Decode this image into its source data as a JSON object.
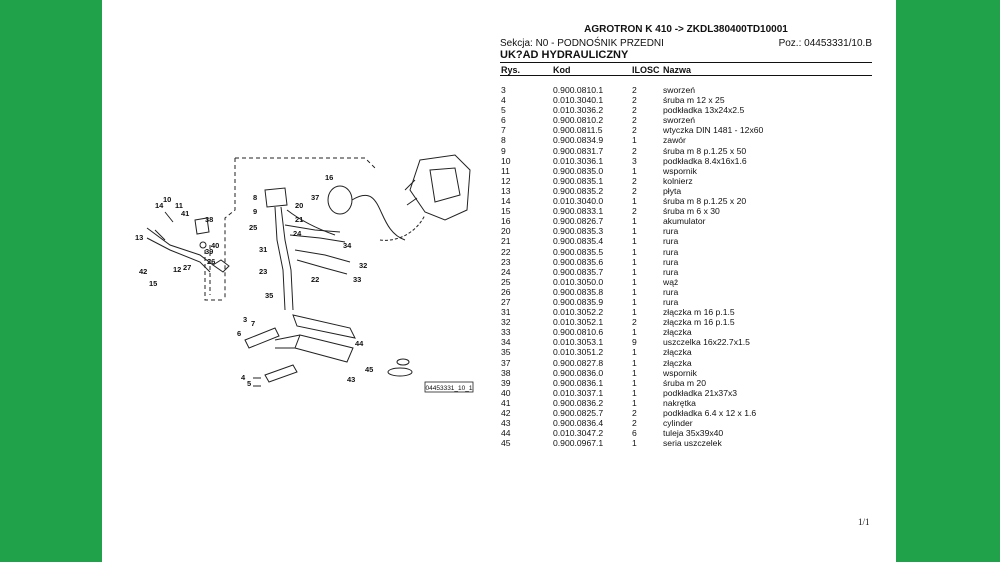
{
  "header": {
    "title": "AGROTRON K 410 -> ZKDL380400TD10001",
    "sekcja": "Sekcja: N0 - PODNOŚNIK PRZEDNI",
    "poz": "Poz.: 04453331/10.B",
    "subtitle": "UK?AD HYDRAULICZNY"
  },
  "columns": {
    "rys": "Rys.",
    "kod": "Kod",
    "ilosc": "ILOSC",
    "nazwa": "Nazwa"
  },
  "rows": [
    {
      "rys": "3",
      "kod": "0.900.0810.1",
      "ilosc": "2",
      "nazwa": "sworzeń"
    },
    {
      "rys": "4",
      "kod": "0.010.3040.1",
      "ilosc": "2",
      "nazwa": "śruba m 12 x 25"
    },
    {
      "rys": "5",
      "kod": "0.010.3036.2",
      "ilosc": "2",
      "nazwa": "podkładka 13x24x2.5"
    },
    {
      "rys": "6",
      "kod": "0.900.0810.2",
      "ilosc": "2",
      "nazwa": "sworzeń"
    },
    {
      "rys": "7",
      "kod": "0.900.0811.5",
      "ilosc": "2",
      "nazwa": "wtyczka DIN 1481 - 12x60"
    },
    {
      "rys": "8",
      "kod": "0.900.0834.9",
      "ilosc": "1",
      "nazwa": "zawór"
    },
    {
      "rys": "9",
      "kod": "0.900.0831.7",
      "ilosc": "2",
      "nazwa": "śruba m 8 p.1.25 x 50"
    },
    {
      "rys": "10",
      "kod": "0.010.3036.1",
      "ilosc": "3",
      "nazwa": "podkładka 8.4x16x1.6"
    },
    {
      "rys": "11",
      "kod": "0.900.0835.0",
      "ilosc": "1",
      "nazwa": "wspornik"
    },
    {
      "rys": "12",
      "kod": "0.900.0835.1",
      "ilosc": "2",
      "nazwa": "kolnierz"
    },
    {
      "rys": "13",
      "kod": "0.900.0835.2",
      "ilosc": "2",
      "nazwa": "płyta"
    },
    {
      "rys": "14",
      "kod": "0.010.3040.0",
      "ilosc": "1",
      "nazwa": "śruba m 8 p.1.25 x 20"
    },
    {
      "rys": "15",
      "kod": "0.900.0833.1",
      "ilosc": "2",
      "nazwa": "śruba m 6 x 30"
    },
    {
      "rys": "16",
      "kod": "0.900.0826.7",
      "ilosc": "1",
      "nazwa": "akumulator"
    },
    {
      "rys": "20",
      "kod": "0.900.0835.3",
      "ilosc": "1",
      "nazwa": "rura"
    },
    {
      "rys": "21",
      "kod": "0.900.0835.4",
      "ilosc": "1",
      "nazwa": "rura"
    },
    {
      "rys": "22",
      "kod": "0.900.0835.5",
      "ilosc": "1",
      "nazwa": "rura"
    },
    {
      "rys": "23",
      "kod": "0.900.0835.6",
      "ilosc": "1",
      "nazwa": "rura"
    },
    {
      "rys": "24",
      "kod": "0.900.0835.7",
      "ilosc": "1",
      "nazwa": "rura"
    },
    {
      "rys": "25",
      "kod": "0.010.3050.0",
      "ilosc": "1",
      "nazwa": "wąż"
    },
    {
      "rys": "26",
      "kod": "0.900.0835.8",
      "ilosc": "1",
      "nazwa": "rura"
    },
    {
      "rys": "27",
      "kod": "0.900.0835.9",
      "ilosc": "1",
      "nazwa": "rura"
    },
    {
      "rys": "31",
      "kod": "0.010.3052.2",
      "ilosc": "1",
      "nazwa": "złączka m 16 p.1.5"
    },
    {
      "rys": "32",
      "kod": "0.010.3052.1",
      "ilosc": "2",
      "nazwa": "złączka m 16 p.1.5"
    },
    {
      "rys": "33",
      "kod": "0.900.0810.6",
      "ilosc": "1",
      "nazwa": "złączka"
    },
    {
      "rys": "34",
      "kod": "0.010.3053.1",
      "ilosc": "9",
      "nazwa": "uszczelka 16x22.7x1.5"
    },
    {
      "rys": "35",
      "kod": "0.010.3051.2",
      "ilosc": "1",
      "nazwa": "złączka"
    },
    {
      "rys": "37",
      "kod": "0.900.0827.8",
      "ilosc": "1",
      "nazwa": "złączka"
    },
    {
      "rys": "38",
      "kod": "0.900.0836.0",
      "ilosc": "1",
      "nazwa": "wspornik"
    },
    {
      "rys": "39",
      "kod": "0.900.0836.1",
      "ilosc": "1",
      "nazwa": "śruba m 20"
    },
    {
      "rys": "40",
      "kod": "0.010.3037.1",
      "ilosc": "1",
      "nazwa": "podkładka 21x37x3"
    },
    {
      "rys": "41",
      "kod": "0.900.0836.2",
      "ilosc": "1",
      "nazwa": "nakrętka"
    },
    {
      "rys": "42",
      "kod": "0.900.0825.7",
      "ilosc": "2",
      "nazwa": "podkładka 6.4 x 12 x 1.6"
    },
    {
      "rys": "43",
      "kod": "0.900.0836.4",
      "ilosc": "2",
      "nazwa": "cylinder"
    },
    {
      "rys": "44",
      "kod": "0.010.3047.2",
      "ilosc": "6",
      "nazwa": "tuleja 35x39x40"
    },
    {
      "rys": "45",
      "kod": "0.900.0967.1",
      "ilosc": "1",
      "nazwa": "seria uszczelek"
    }
  ],
  "diagram": {
    "ref_code": "04453331_10_1",
    "callouts": [
      "3",
      "4",
      "5",
      "6",
      "7",
      "8",
      "9",
      "10",
      "11",
      "12",
      "13",
      "14",
      "15",
      "16",
      "20",
      "21",
      "22",
      "23",
      "24",
      "25",
      "26",
      "27",
      "31",
      "32",
      "33",
      "34",
      "35",
      "37",
      "38",
      "39",
      "40",
      "41",
      "42",
      "43",
      "44",
      "45"
    ]
  },
  "page_number": "1/1"
}
